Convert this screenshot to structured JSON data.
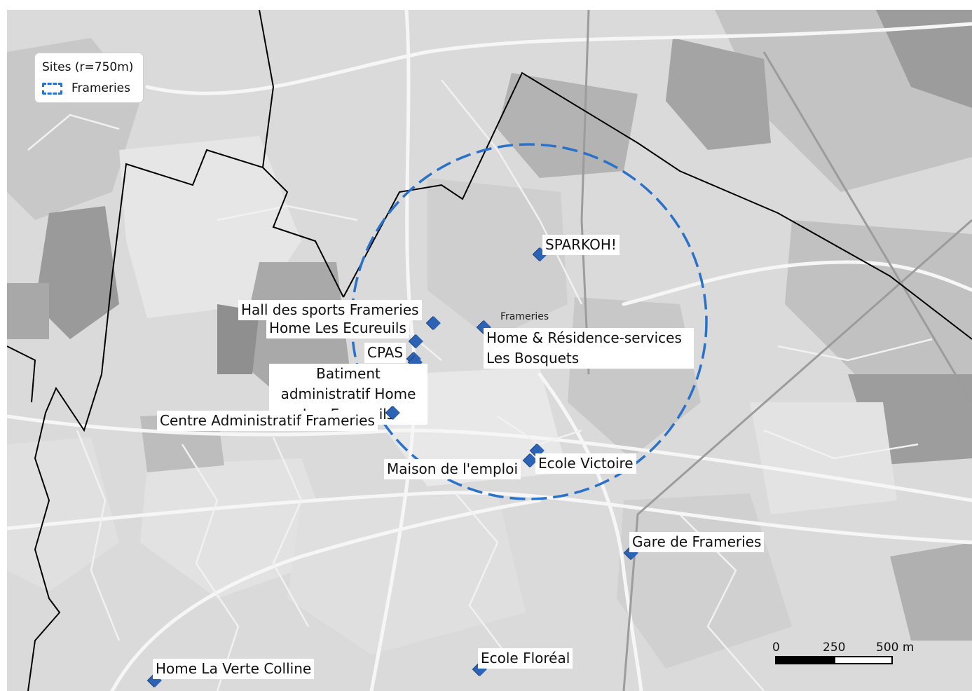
{
  "legend": {
    "title": "Sites (r=750m)",
    "item_label": "Frameries",
    "item_color": "#2a72c9"
  },
  "place_label": "Frameries",
  "sites": [
    {
      "label": "SPARKOH!"
    },
    {
      "label": "Hall des sports Frameries"
    },
    {
      "label": "Home Les Ecureuils"
    },
    {
      "label": "CPAS"
    },
    {
      "label": "Batiment administratif Home Les Ecureuils"
    },
    {
      "label": "Centre Administratif Frameries"
    },
    {
      "label": "Home & Résidence-services Les Bosquets"
    },
    {
      "label": "Maison de l'emploi"
    },
    {
      "label": "Ecole Victoire"
    },
    {
      "label": "Gare de Frameries"
    },
    {
      "label": "Ecole Floréal"
    },
    {
      "label": "Home La Verte Colline"
    }
  ],
  "scale": {
    "ticks": [
      "0",
      "250",
      "500 m"
    ]
  },
  "colors": {
    "marker": "#2d63b5",
    "buffer_circle": "#2a72c9",
    "boundary": "#000000",
    "basemap": "#dcdcdc"
  }
}
